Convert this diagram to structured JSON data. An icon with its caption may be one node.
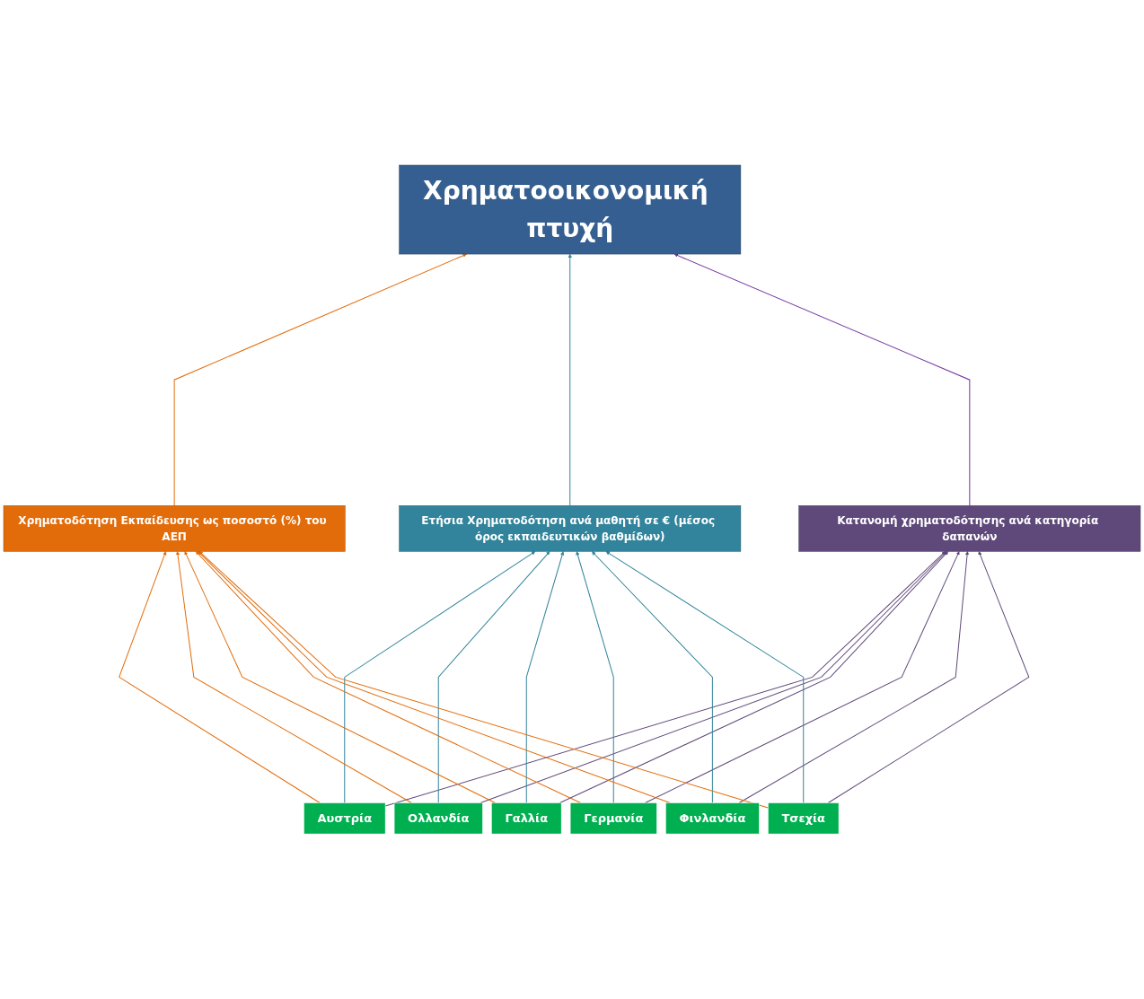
{
  "diagram": {
    "nodes": [
      {
        "text": [
          "Χρηματοοικονομική πτυχή"
        ]
      },
      {
        "text": [
          "Χρηματοδότηση Εκπαίδευσης ως ποσοστό (%) του ΑΕΠ"
        ]
      },
      {
        "text": [
          "Ετήσια Χρηματοδότηση ανά μαθητή σε € (μέσος όρος εκπαιδευτικών βαθμίδων)"
        ]
      },
      {
        "text": [
          "Κατανομή χρηματοδότησης ανά κατηγορία δαπανών"
        ]
      },
      {
        "text": [
          "Αυστρία"
        ]
      },
      {
        "text": [
          "Ολλανδία"
        ]
      },
      {
        "text": [
          "Γαλλία"
        ]
      },
      {
        "text": [
          "Γερμανία"
        ]
      },
      {
        "text": [
          "Φινλανδία"
        ]
      },
      {
        "text": [
          "Τσεχία"
        ]
      }
    ],
    "edges": [
      {
        "from": 1,
        "to": 0,
        "arrow": "to",
        "color": "#e36c0a"
      },
      {
        "from": 2,
        "to": 0,
        "arrow": "to",
        "color": "#31849b"
      },
      {
        "from": 3,
        "to": 0,
        "arrow": "to",
        "color": "#7030a0"
      },
      {
        "from": 4,
        "to": 1,
        "arrow": "to",
        "color": "#e36c0a"
      },
      {
        "from": 4,
        "to": 2,
        "arrow": "to",
        "color": "#31849b"
      },
      {
        "from": 4,
        "to": 3,
        "arrow": "to",
        "color": "#5f497a"
      },
      {
        "from": 5,
        "to": 1,
        "arrow": "to",
        "color": "#e36c0a"
      },
      {
        "from": 5,
        "to": 2,
        "arrow": "to",
        "color": "#31849b"
      },
      {
        "from": 5,
        "to": 3,
        "arrow": "to",
        "color": "#5f497a"
      },
      {
        "from": 6,
        "to": 1,
        "arrow": "to",
        "color": "#e36c0a"
      },
      {
        "from": 6,
        "to": 2,
        "arrow": "to",
        "color": "#31849b"
      },
      {
        "from": 6,
        "to": 3,
        "arrow": "to",
        "color": "#5f497a"
      },
      {
        "from": 7,
        "to": 1,
        "arrow": "to",
        "color": "#e36c0a"
      },
      {
        "from": 7,
        "to": 2,
        "arrow": "to",
        "color": "#31849b"
      },
      {
        "from": 7,
        "to": 3,
        "arrow": "to",
        "color": "#5f497a"
      },
      {
        "from": 8,
        "to": 1,
        "arrow": "to",
        "color": "#e36c0a"
      },
      {
        "from": 8,
        "to": 2,
        "arrow": "to",
        "color": "#31849b"
      },
      {
        "from": 8,
        "to": 3,
        "arrow": "to",
        "color": "#5f497a"
      },
      {
        "from": 9,
        "to": 1,
        "arrow": "to",
        "color": "#e36c0a"
      },
      {
        "from": 9,
        "to": 2,
        "arrow": "to",
        "color": "#31849b"
      },
      {
        "from": 9,
        "to": 3,
        "arrow": "to",
        "color": "#5f497a"
      }
    ]
  }
}
